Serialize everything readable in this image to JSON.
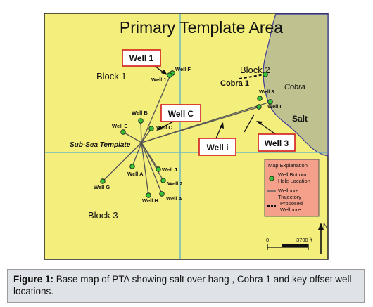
{
  "map": {
    "title": "Primary Template Area",
    "blocks": [
      "Block 1",
      "Block 2",
      "Block 3"
    ],
    "cobra_label": "Cobra",
    "salt_label": "Salt",
    "cobra1_label": "Cobra 1",
    "subsea_label": "Sub-Sea Template",
    "wells": [
      {
        "name": "Well F"
      },
      {
        "name": "Well 1"
      },
      {
        "name": "Well B"
      },
      {
        "name": "Well C"
      },
      {
        "name": "Well E"
      },
      {
        "name": "Well A"
      },
      {
        "name": "Well J"
      },
      {
        "name": "Well G"
      },
      {
        "name": "Well 2"
      },
      {
        "name": "Well H"
      },
      {
        "name": "Well A"
      },
      {
        "name": "Well 3"
      },
      {
        "name": "Well I"
      }
    ],
    "callouts": [
      "Well 1",
      "Well C",
      "Well i",
      "Well 3"
    ],
    "legend": {
      "title": "Map Explanation",
      "items": [
        "Well Bottom Hole Location",
        "Wellbore Trajectory",
        "Proposed Wellbore"
      ]
    },
    "scale": {
      "start": "0",
      "end": "3700 ft"
    },
    "north": "N",
    "colors": {
      "map": "#f4ee7c",
      "salt": "#bfc18e",
      "well": "#37c23a",
      "legend": "#f4a08a",
      "callout_border": "#d11a1a",
      "grid": "#5ab0ce"
    }
  },
  "caption": {
    "label": "Figure 1:",
    "text": " Base map of PTA showing salt over hang , Cobra 1 and key offset well locations."
  }
}
